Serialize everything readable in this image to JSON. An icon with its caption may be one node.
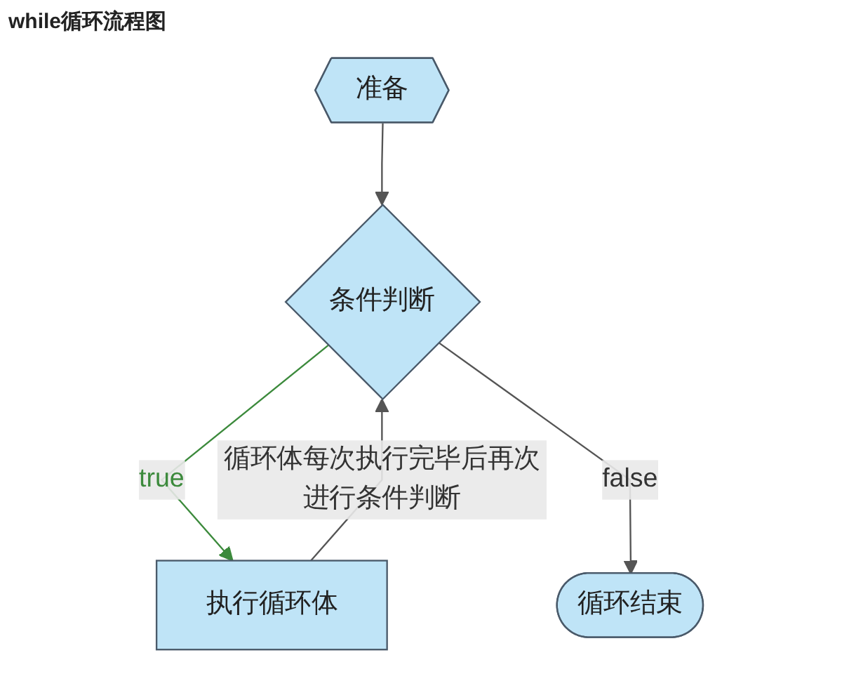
{
  "diagram": {
    "title": "while循环流程图",
    "nodes": [
      {
        "text": [
          "准备"
        ]
      },
      {
        "text": [
          "条件判断"
        ]
      },
      {
        "text": [
          "执行循环体"
        ]
      },
      {
        "text": [
          "循环结束"
        ]
      }
    ],
    "edges": [
      {
        "from": 0,
        "to": 1,
        "arrow": "to"
      },
      {
        "from": 1,
        "to": 2,
        "arrow": "to",
        "label": "true",
        "color": "#3c8a3c"
      },
      {
        "from": 2,
        "to": 1,
        "arrow": "to",
        "label": "循环体每次执行完毕后再次进行条件判断"
      },
      {
        "from": 1,
        "to": 3,
        "arrow": "to",
        "label": "false"
      }
    ]
  }
}
